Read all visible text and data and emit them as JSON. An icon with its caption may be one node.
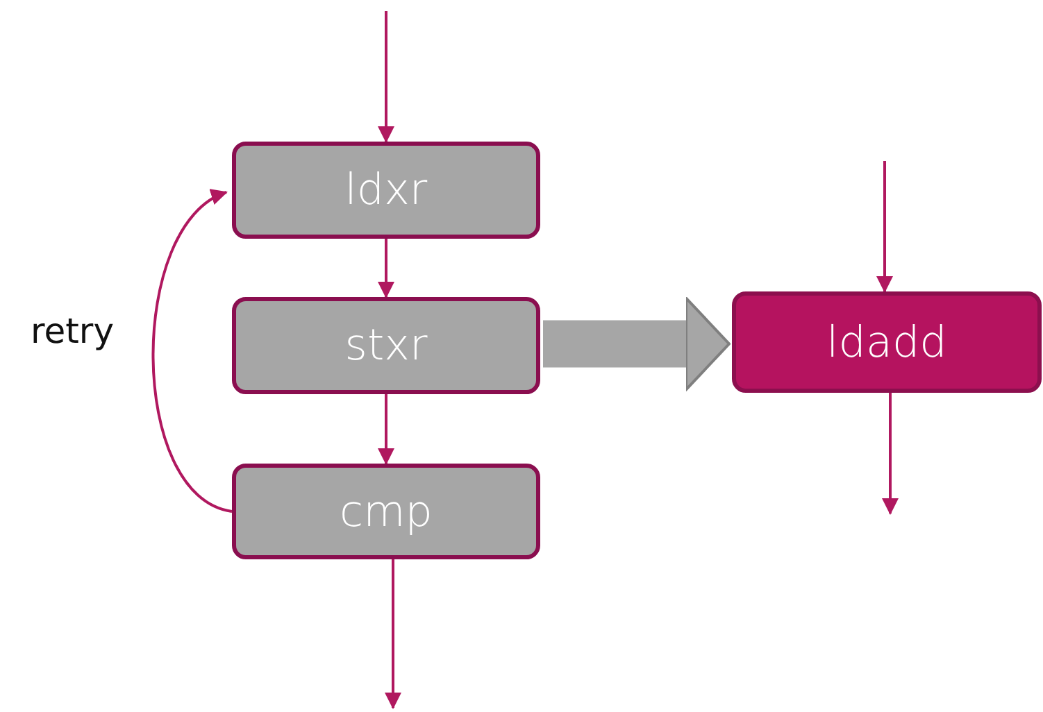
{
  "diagram": {
    "nodes": [
      {
        "text": [
          "ldxr"
        ]
      },
      {
        "text": [
          "stxr"
        ]
      },
      {
        "text": [
          "cmp"
        ]
      },
      {
        "text": [
          "ldadd"
        ]
      }
    ],
    "edges": [
      {
        "from": null,
        "to": 0,
        "arrow": "to"
      },
      {
        "from": 0,
        "to": 1,
        "arrow": "to"
      },
      {
        "from": 1,
        "to": 2,
        "arrow": "to"
      },
      {
        "from": 2,
        "to": null,
        "arrow": "to"
      },
      {
        "from": 2,
        "to": 0,
        "arrow": "to",
        "label": "retry"
      },
      {
        "from": 1,
        "to": 3,
        "arrow": "to",
        "style": "thick",
        "color": "#a6a6a6"
      },
      {
        "from": null,
        "to": 3,
        "arrow": "to"
      },
      {
        "from": 3,
        "to": null,
        "arrow": "to"
      }
    ]
  }
}
